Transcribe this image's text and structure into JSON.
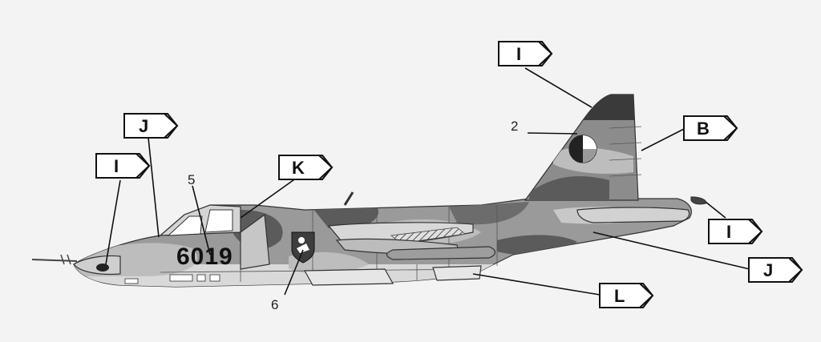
{
  "aircraft": {
    "serial": "6019"
  },
  "callouts": [
    {
      "id": "I-nose",
      "letter": "I"
    },
    {
      "id": "J-nose",
      "letter": "J"
    },
    {
      "id": "K",
      "letter": "K"
    },
    {
      "id": "I-fin",
      "letter": "I"
    },
    {
      "id": "B",
      "letter": "B"
    },
    {
      "id": "I-tail",
      "letter": "I"
    },
    {
      "id": "J-tail",
      "letter": "J"
    },
    {
      "id": "L",
      "letter": "L"
    }
  ],
  "numbers": {
    "n2": "2",
    "n5": "5",
    "n6": "6"
  },
  "colors": {
    "camo_dark": "#5b5b5b",
    "camo_mid": "#8a8a8a",
    "camo_light": "#bdbdbd",
    "underside": "#d9d9d9",
    "fin_tip": "#3a3a3a"
  }
}
